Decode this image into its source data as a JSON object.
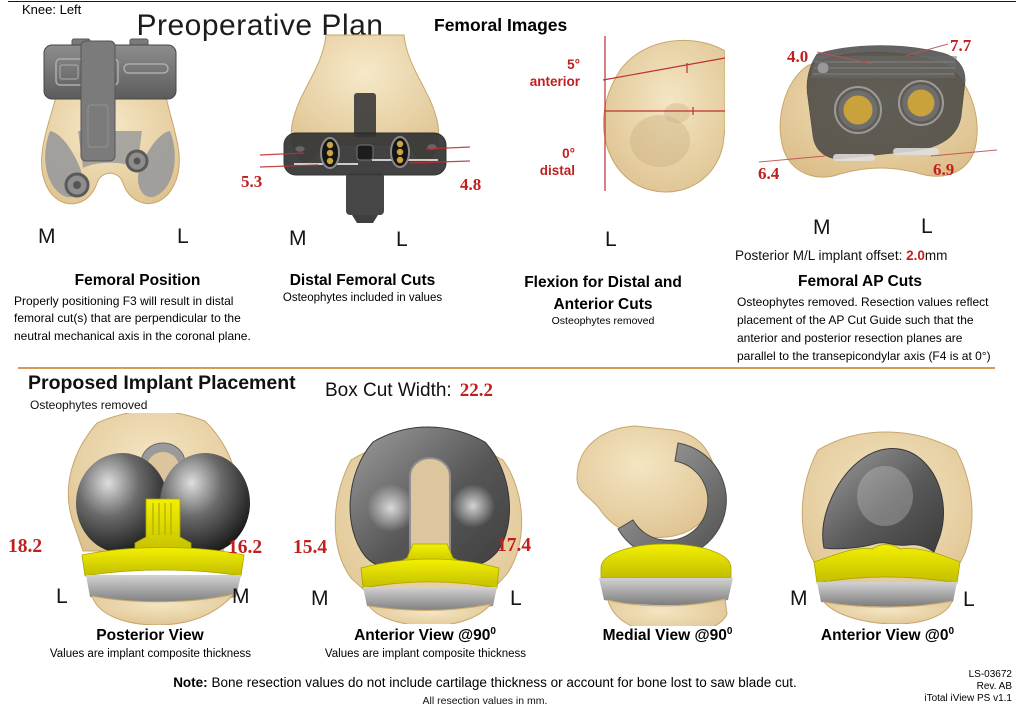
{
  "page": {
    "knee_label": "Knee: Left",
    "title": "Preoperative Plan",
    "femoral_images_header": "Femoral Images"
  },
  "colors": {
    "accent_red": "#c02020",
    "divider_orange": "#d79a5c",
    "bone": "#ecd7a8",
    "implant_gray": "#5a5a5a",
    "insert_yellow": "#ece800",
    "tray_gray": "#9e9e9e"
  },
  "panels": {
    "femoral_position": {
      "left_label": "M",
      "right_label": "L",
      "title": "Femoral Position",
      "description": "Properly positioning F3 will result in distal femoral cut(s) that are perpendicular to the neutral mechanical axis in the coronal plane."
    },
    "distal_femoral_cuts": {
      "medial_value": "5.3",
      "lateral_value": "4.8",
      "left_label": "M",
      "right_label": "L",
      "title": "Distal Femoral Cuts",
      "subtitle": "Osteophytes included in values"
    },
    "flexion": {
      "anterior_angle": "5°",
      "anterior_word": "anterior",
      "distal_angle": "0°",
      "distal_word": "distal",
      "side_label": "L",
      "title_line1": "Flexion for Distal and",
      "title_line2": "Anterior Cuts",
      "subtitle": "Osteophytes removed"
    },
    "femoral_ap_cuts": {
      "top_left_value": "4.0",
      "top_right_value": "7.7",
      "bottom_left_value": "6.4",
      "bottom_right_value": "6.9",
      "left_label": "M",
      "right_label": "L",
      "offset_label": "Posterior M/L implant offset:",
      "offset_value": "2.0",
      "offset_unit": "mm",
      "title": "Femoral AP Cuts",
      "description": "Osteophytes removed. Resection values reflect placement of the AP Cut Guide such that the anterior and posterior resection planes are parallel to the transepicondylar axis (F4 is at 0°)"
    }
  },
  "implant_section": {
    "title": "Proposed Implant Placement",
    "subtitle": "Osteophytes removed",
    "box_cut_label": "Box Cut Width:",
    "box_cut_value": "22.2"
  },
  "views": {
    "posterior": {
      "left_value": "18.2",
      "right_value": "16.2",
      "left_label": "L",
      "right_label": "M",
      "title": "Posterior View",
      "subtitle": "Values are implant composite thickness"
    },
    "anterior90": {
      "left_value": "15.4",
      "right_value": "17.4",
      "left_label": "M",
      "right_label": "L",
      "title": "Anterior View @90",
      "title_sup": "0",
      "subtitle": "Values are implant composite thickness"
    },
    "medial90": {
      "title": "Medial View @90",
      "title_sup": "0"
    },
    "anterior0": {
      "left_label": "M",
      "right_label": "L",
      "title": "Anterior View @0",
      "title_sup": "0"
    }
  },
  "footer": {
    "note_label": "Note:",
    "note_text": " Bone resection values do not include cartilage thickness or account for bone lost to saw blade cut.",
    "note_sub": "All resection values in mm.",
    "doc_number": "LS-03672",
    "revision": "Rev. AB",
    "software": "iTotal iView PS v1.1"
  }
}
